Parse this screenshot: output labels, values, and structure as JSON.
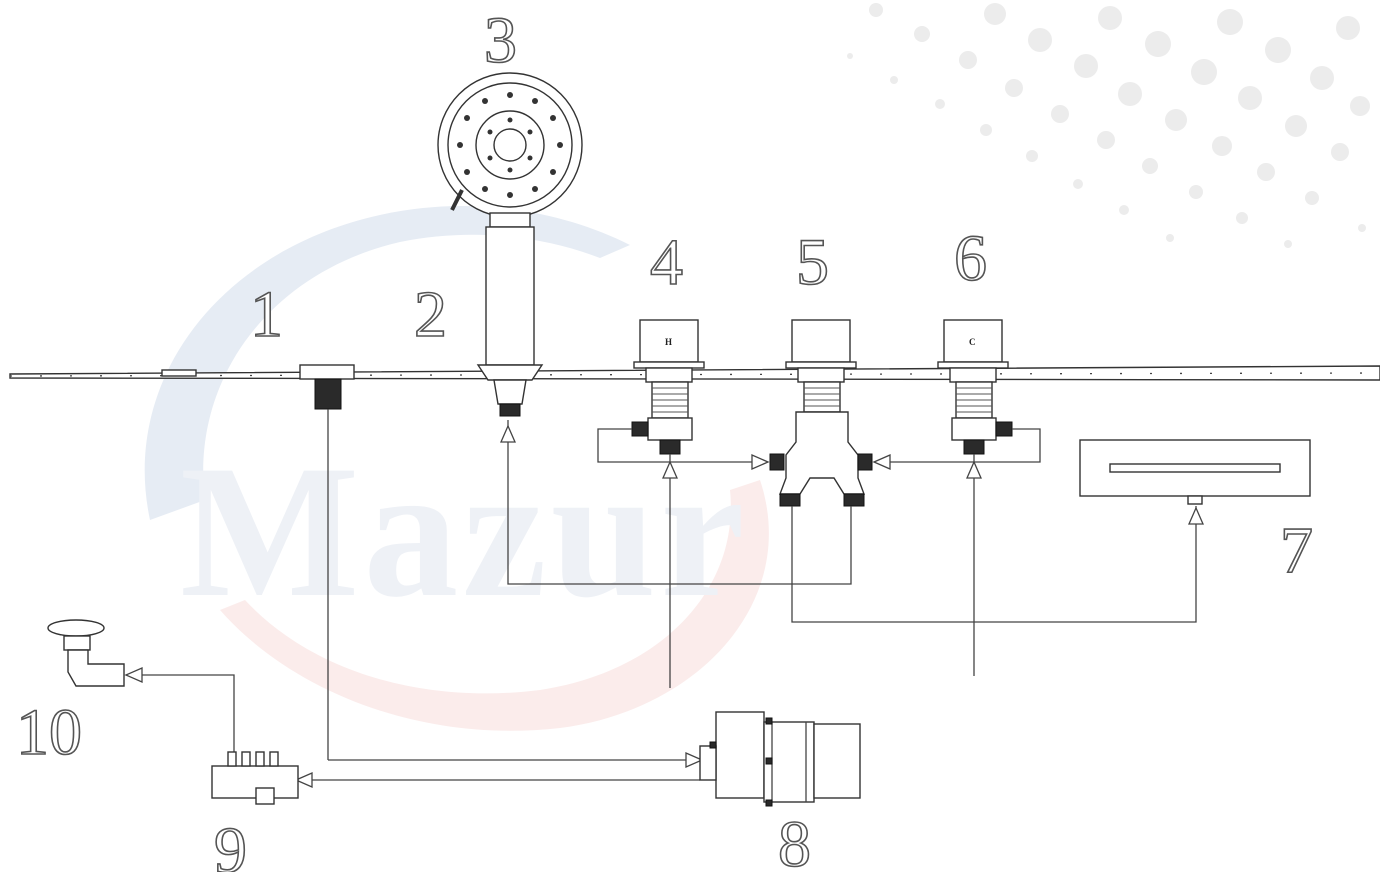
{
  "watermark": {
    "text": "Mazur"
  },
  "labels": {
    "n1": "1",
    "n2": "2",
    "n3": "3",
    "n4": "4",
    "n5": "5",
    "n6": "6",
    "n7": "7",
    "n8": "8",
    "n9": "9",
    "n10": "10"
  },
  "valve_hot_mark": "H",
  "valve_cold_mark": "C",
  "colors": {
    "line": "#444444",
    "watermark_blue": "#dfe7f1",
    "watermark_red": "#f8e4e2",
    "dots": "#ececec"
  }
}
